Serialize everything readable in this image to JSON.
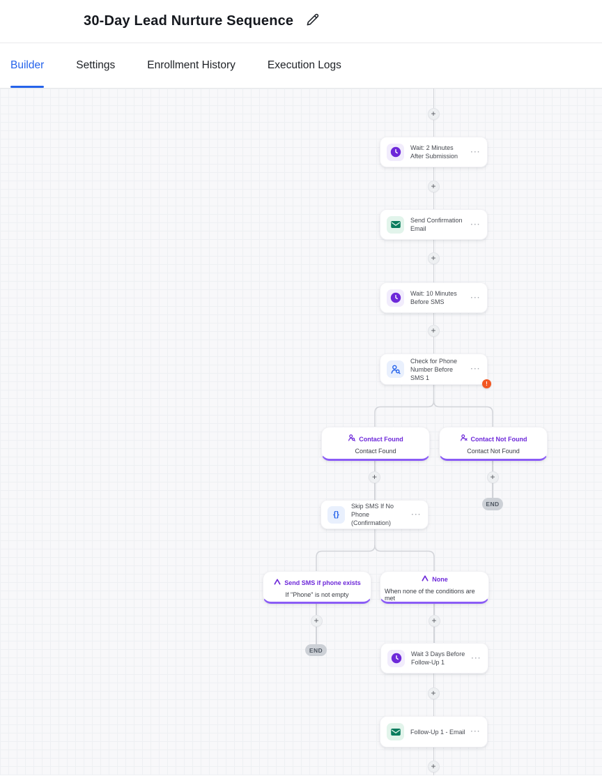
{
  "header": {
    "title": "30-Day Lead Nurture Sequence"
  },
  "tabs": {
    "items": [
      {
        "label": "Builder",
        "active": true
      },
      {
        "label": "Settings",
        "active": false
      },
      {
        "label": "Enrollment History",
        "active": false
      },
      {
        "label": "Execution Logs",
        "active": false
      }
    ]
  },
  "canvas": {
    "plus_label": "+",
    "end_label": "END",
    "menu_dots": "···",
    "warning_badge": "!",
    "braces_glyph": "{}",
    "action_nodes": {
      "wait_after_submission": {
        "title": "Wait: 2 Minutes After Submission",
        "icon": "clock-icon"
      },
      "send_confirmation_email": {
        "title": "Send Confirmation Email",
        "icon": "email-icon"
      },
      "wait_before_sms": {
        "title": "Wait: 10 Minutes Before SMS",
        "icon": "clock-icon"
      },
      "check_phone_number": {
        "title": "Check for Phone Number Before SMS 1",
        "icon": "person-search-icon",
        "badge": "!"
      },
      "skip_sms": {
        "title": "Skip SMS If No Phone (Confirmation)",
        "icon": "braces-icon"
      },
      "wait_before_followup": {
        "title": "Wait 3 Days Before Follow-Up 1",
        "icon": "clock-icon"
      },
      "followup_email": {
        "title": "Follow-Up 1 - Email",
        "icon": "email-icon"
      }
    },
    "branch_nodes": {
      "contact_found": {
        "label": "Contact Found",
        "subtitle": "Contact Found",
        "icon": "person-search-icon"
      },
      "contact_not_found": {
        "label": "Contact Not Found",
        "subtitle": "Contact Not Found",
        "icon": "person-x-icon"
      },
      "send_sms_if_phone": {
        "label": "Send SMS if phone exists",
        "subtitle": "If \"Phone\" is not empty",
        "icon": "branch-split-icon"
      },
      "none_branch": {
        "label": "None",
        "subtitle": "When none of the conditions are met",
        "icon": "branch-split-icon"
      }
    },
    "colors": {
      "accent_blue": "#2563eb",
      "icon_purple": "#6d28d9",
      "branch_border_purple": "#8b5cf6",
      "icon_green": "#0b7c5e",
      "badge_orange": "#f25722",
      "connector_line": "#d2d4d9",
      "end_pill": "#ccd0d6"
    }
  }
}
